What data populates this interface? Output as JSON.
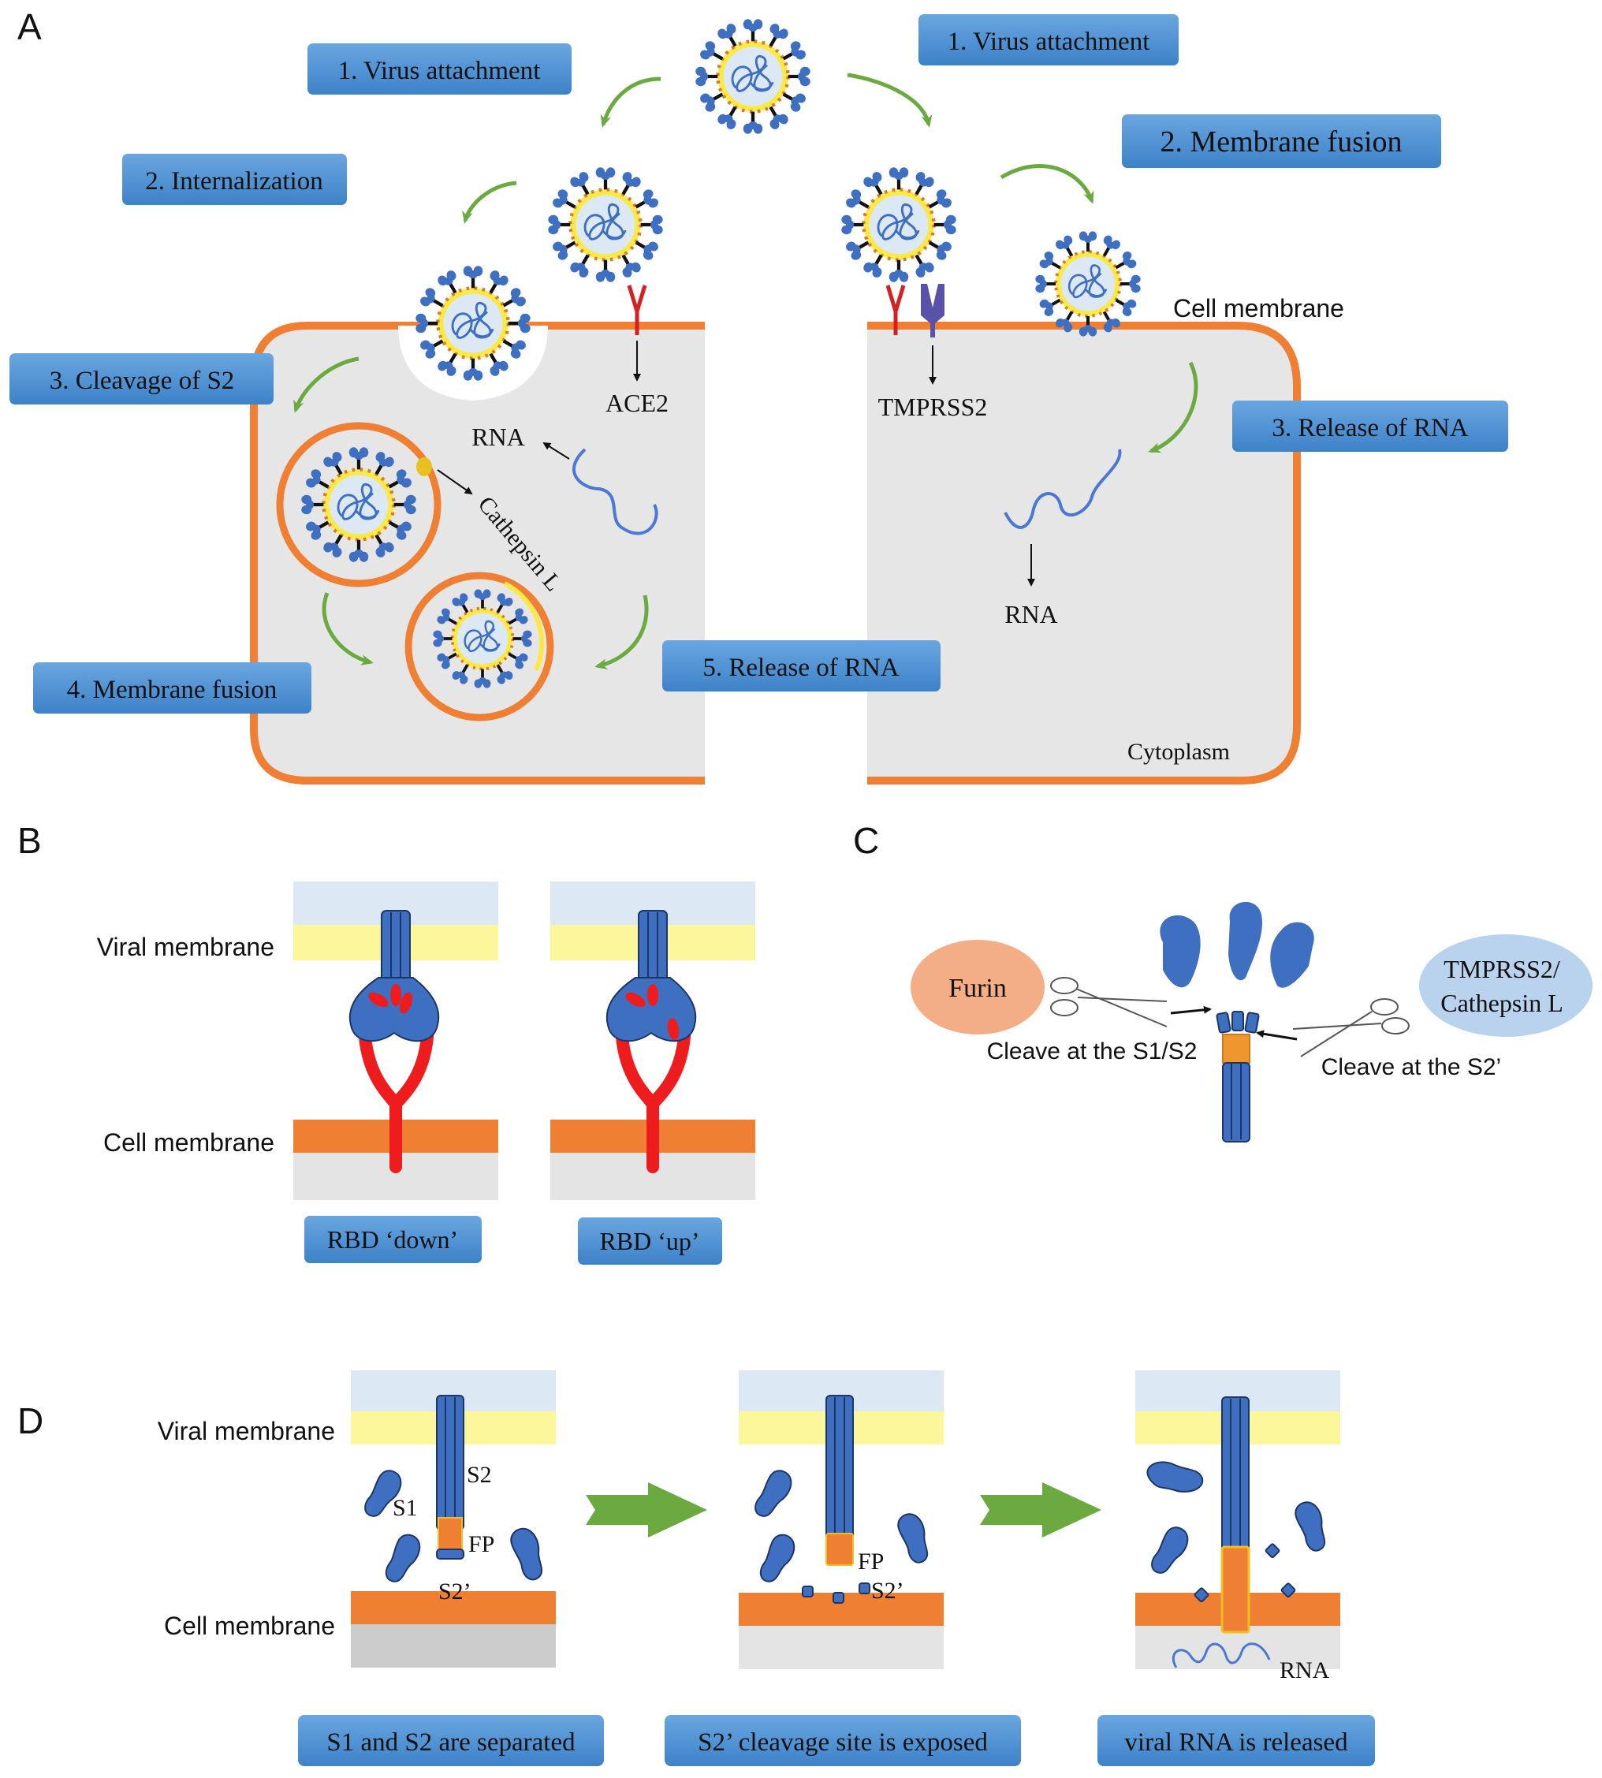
{
  "colors": {
    "step_box": "#4a90d4",
    "step_box_dark": "#3a7cc0",
    "cell_fill": "#e6e6e6",
    "membrane": "#ef7f33",
    "viral_inner": "#dce8f4",
    "viral_membrane": "#fbf79a",
    "cell_interior": "#e4e4e4",
    "spike_blue": "#3f6fc1",
    "ace2_red": "#ee1c1c",
    "tmprss2_purple": "#5a52a8",
    "arrow_green": "#6aaa40",
    "furin": "#f3ae85",
    "tmprss2_ellipse": "#b9d3ee",
    "rna_blue": "#4a78d4"
  },
  "panels": {
    "A": {
      "letter": "A",
      "left_steps": [
        "1. Virus attachment",
        "2. Internalization",
        "3. Cleavage of S2",
        "4. Membrane fusion",
        "5. Release of RNA"
      ],
      "right_steps": [
        "1. Virus attachment",
        "2. Membrane fusion",
        "3. Release of RNA"
      ],
      "labels": {
        "ace2": "ACE2",
        "tmprss2": "TMPRSS2",
        "rna_left": "RNA",
        "rna_right": "RNA",
        "cathepsin": "Cathepsin L",
        "cell_membrane": "Cell membrane",
        "cytoplasm": "Cytoplasm"
      }
    },
    "B": {
      "letter": "B",
      "viral_membrane": "Viral membrane",
      "cell_membrane": "Cell membrane",
      "states": [
        "RBD ‘down’",
        "RBD ‘up’"
      ]
    },
    "C": {
      "letter": "C",
      "furin": "Furin",
      "tmprss2_line1": "TMPRSS2/",
      "tmprss2_line2": "Cathepsin L",
      "cleave_s1s2": "Cleave at the S1/S2",
      "cleave_s2p": "Cleave at the S2’"
    },
    "D": {
      "letter": "D",
      "viral_membrane": "Viral membrane",
      "cell_membrane": "Cell membrane",
      "labels": {
        "s1": "S1",
        "s2": "S2",
        "fp": "FP",
        "s2p": "S2’",
        "fp2": "FP",
        "s2p2": "S2’",
        "rna": "RNA"
      },
      "steps": [
        "S1 and S2 are separated",
        "S2’ cleavage site is exposed",
        "viral RNA is released"
      ]
    }
  }
}
